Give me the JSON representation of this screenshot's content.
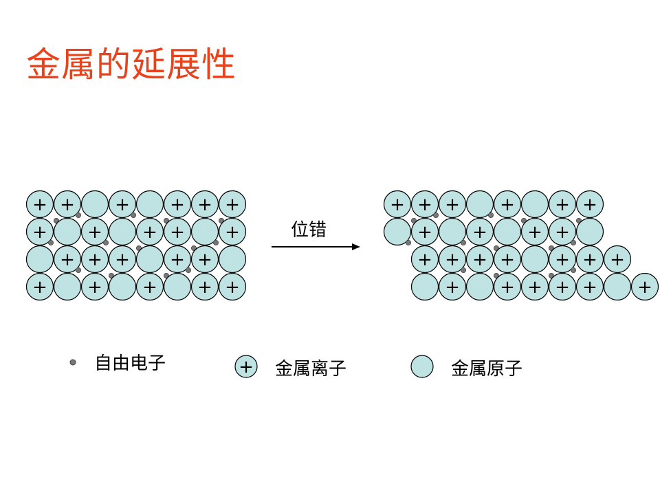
{
  "title": "金属的延展性",
  "arrow_label": "位错",
  "colors": {
    "title": "#e8431c",
    "atom_fill": "#bfe3e3",
    "outline": "#000000",
    "electron": "#777777"
  },
  "lattice_before": [
    "++.+.+++",
    "+.+.++.+",
    ".+++.++.",
    "+.+.+.++"
  ],
  "lattice_after": [
    "+++.+.++",
    ".+.+.++.",
    "++++.+++",
    ".+.++++.+"
  ],
  "legend": {
    "electron": "自由电子",
    "ion": "金属离子",
    "atom": "金属原子",
    "ion_symbol": "+"
  }
}
